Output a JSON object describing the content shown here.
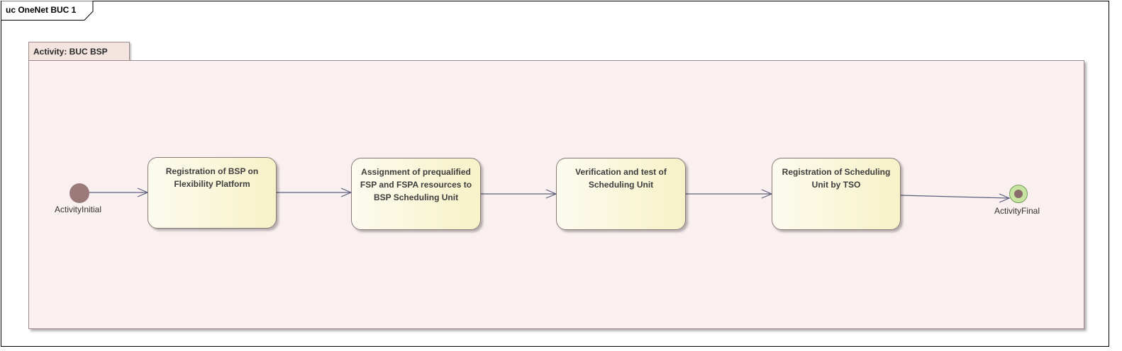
{
  "diagram": {
    "frame_title": "uc OneNet BUC 1",
    "activity_title": "Activity: BUC BSP",
    "initial_label": "ActivityInitial",
    "final_label": "ActivityFinal",
    "actions": [
      {
        "line1": "Registration of BSP on",
        "line2": "Flexibility Platform",
        "line3": ""
      },
      {
        "line1": "Assignment of prequalified",
        "line2": "FSP and FSPA resources to",
        "line3": "BSP Scheduling Unit"
      },
      {
        "line1": "Verification and test of",
        "line2": "Scheduling Unit",
        "line3": ""
      },
      {
        "line1": "Registration of Scheduling",
        "line2": "Unit by TSO",
        "line3": ""
      }
    ],
    "colors": {
      "edge": "#5a5f7e",
      "action_fill": "#f7f2c8",
      "activity_fill": "#f9f0ef",
      "initial_node": "#9b7a7a",
      "final_node": "#c9e4a2"
    }
  }
}
